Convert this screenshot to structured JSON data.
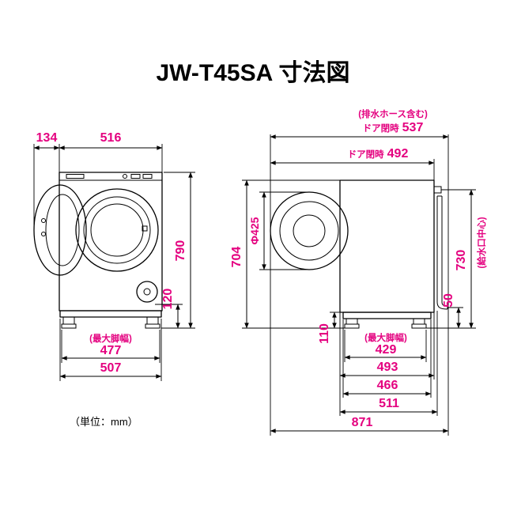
{
  "title": "JW-T45SA 寸法図",
  "unit_note": "（単位：mm）",
  "colors": {
    "dimension": "#e4007f",
    "line": "#000000",
    "background": "#ffffff"
  },
  "front_view": {
    "door_protrusion": "134",
    "width_top": "516",
    "height_total": "790",
    "height_lower": "120",
    "max_leg_width_label": "(最大脚幅)",
    "max_leg_width": "477",
    "base_width": "507"
  },
  "side_view": {
    "hose_note": "(排水ホース含む)",
    "door_closed_label": "ドア閉時",
    "depth_with_hose": "537",
    "door_closed_label2": "ドア閉時",
    "depth_door_closed": "492",
    "height_body": "704",
    "drum_diameter": "Φ425",
    "inlet_height": "730",
    "inlet_note": "(給水口中心)",
    "hose_height": "50",
    "base_height": "110",
    "max_leg_width_label": "(最大脚幅)",
    "max_leg_depth": "429",
    "depth_body": "493",
    "depth_base": "466",
    "depth_with_rear": "511",
    "depth_total_open": "871"
  }
}
